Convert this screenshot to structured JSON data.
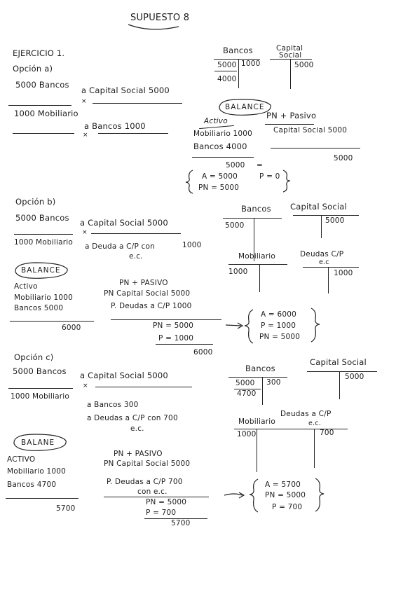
{
  "title": "SUPUESTO 8",
  "exercise": "EJERCICIO 1.",
  "opt_a": {
    "heading": "Opción a)",
    "j1_left": "5000 Bancos",
    "j1_right": "a Capital Social 5000",
    "j2_left": "1000 Mobiliario",
    "j2_right": "a Bancos 1000",
    "t_bancos": "Bancos",
    "t_bancos_v1": "5000",
    "t_bancos_v2": "1000",
    "t_bancos_v3": "4000",
    "t_capital_1": "Capital",
    "t_capital_2": "Social",
    "t_capital_v": "5000",
    "balance": "BALANCE",
    "activo": "Activo",
    "pn_pasivo": "PN + Pasivo",
    "a_row1": "Mobiliario 1000",
    "a_row2": "Bancos 4000",
    "p_row1": "Capital Social 5000",
    "a_total": "5000",
    "eq": "=",
    "p_total": "5000",
    "sum_1": "A = 5000",
    "sum_2": "P = 0",
    "sum_3": "PN = 5000"
  },
  "opt_b": {
    "heading": "Opción b)",
    "j1_left": "5000 Bancos",
    "j1_right": "a Capital Social 5000",
    "j2_left": "1000 Mobiliario",
    "j2_right_1": "a Deuda a C/P con",
    "j2_amount": "1000",
    "j2_right_2": "e.c.",
    "t_bancos": "Bancos",
    "t_bancos_v": "5000",
    "t_capital": "Capital Social",
    "t_capital_v": "5000",
    "t_mob": "Mobiliario",
    "t_mob_v": "1000",
    "t_deudas_1": "Deudas C/P",
    "t_deudas_2": "e.c",
    "t_deudas_v": "1000",
    "balance": "BALANCE",
    "activo": "Activo",
    "a_row1": "Mobiliario 1000",
    "a_row2": "Bancos 5000",
    "a_total": "6000",
    "pn_pasivo": "PN + PASIVO",
    "p_row1": "PN Capital Social 5000",
    "p_row2": "P. Deudas a C/P 1000",
    "pn_line": "PN = 5000",
    "p_line": "P = 1000",
    "p_total": "6000",
    "sum_1": "A = 6000",
    "sum_2": "P = 1000",
    "sum_3": "PN = 5000"
  },
  "opt_c": {
    "heading": "Opción c)",
    "j1_left": "5000 Bancos",
    "j1_right": "a Capital Social 5000",
    "j2_left": "1000 Mobiliario",
    "j2_right_1": "a Bancos 300",
    "j2_right_2": "a Deudas a C/P con 700",
    "j2_right_3": "e.c.",
    "t_bancos": "Bancos",
    "t_bancos_v1": "5000",
    "t_bancos_v2": "300",
    "t_bancos_v3": "4700",
    "t_capital": "Capital Social",
    "t_capital_v": "5000",
    "t_mob": "Mobiliario",
    "t_mob_v": "1000",
    "t_deudas_1": "Deudas a C/P",
    "t_deudas_2": "e.c.",
    "t_deudas_v": "700",
    "balance": "BALANE",
    "activo": "ACTIVO",
    "a_row1": "Mobiliario 1000",
    "a_row2": "Bancos 4700",
    "a_total": "5700",
    "pn_pasivo": "PN + PASIVO",
    "p_row1": "PN Capital Social 5000",
    "p_row2": "P. Deudas a C/P 700",
    "p_row3": "con e.c.",
    "pn_line": "PN = 5000",
    "p_line": "P = 700",
    "p_total": "5700",
    "sum_1": "A = 5700",
    "sum_2": "PN = 5000",
    "sum_3": "P = 700"
  }
}
